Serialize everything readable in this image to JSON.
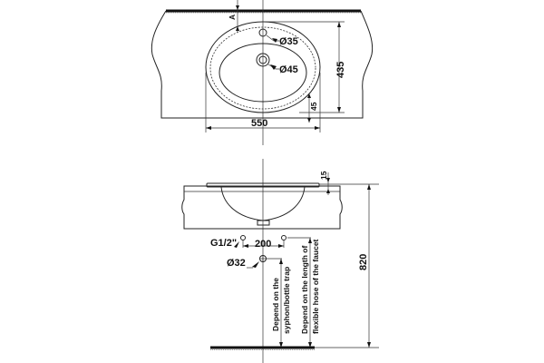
{
  "top_view": {
    "label_A": "A",
    "hole_faucet": "Ø35",
    "hole_drain": "Ø45",
    "dim_depth": "435",
    "dim_width": "550",
    "dim_edge": "45"
  },
  "side_view": {
    "dim_rim": "15",
    "dim_height": "820",
    "supply_thread": "G1/2\"",
    "supply_spacing": "200",
    "waste_diameter": "Ø32",
    "note_trap_line1": "Depend on the",
    "note_trap_line2": "syphon/bottle trap",
    "note_hose_line1": "Depend on the length of",
    "note_hose_line2": "flexible hose of the faucet"
  },
  "colors": {
    "line": "#222222",
    "background": "#ffffff"
  }
}
